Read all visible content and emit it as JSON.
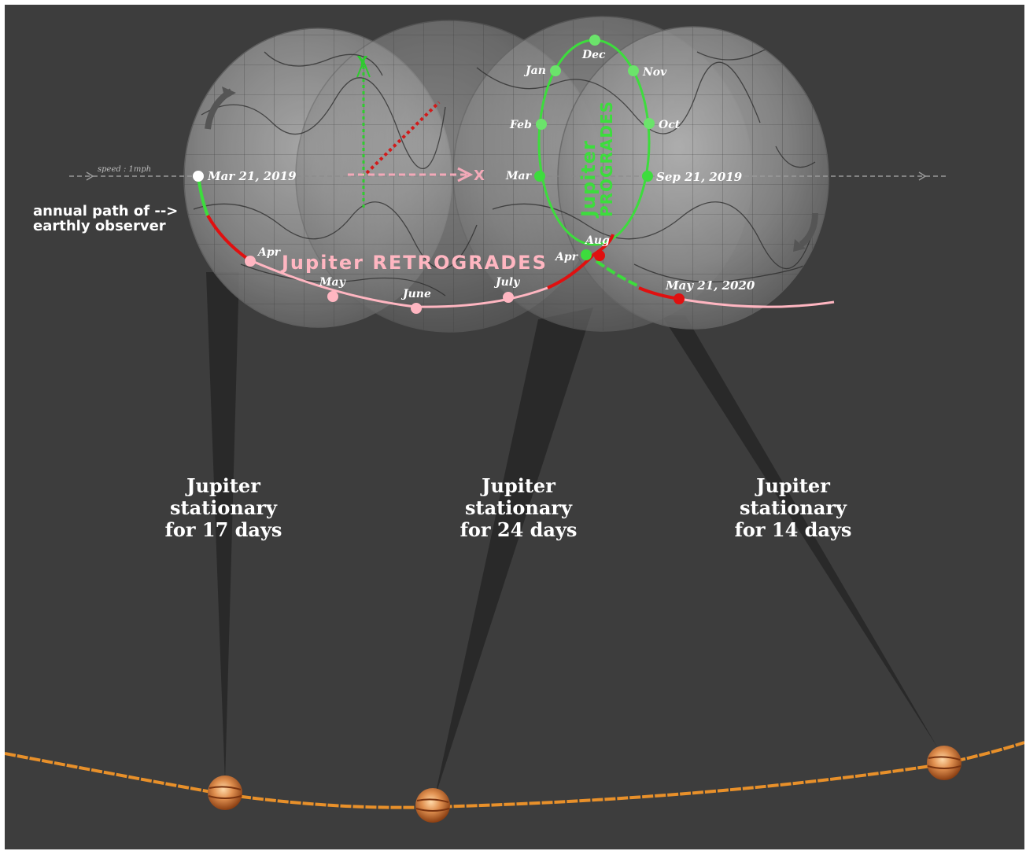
{
  "speed_label": "speed : 1mph",
  "observer_label": [
    "annual path of -->",
    "earthly observer"
  ],
  "axis_labels": {
    "y": "Y",
    "x": "X"
  },
  "dates": {
    "start": "Mar 21, 2019",
    "sep": "Sep 21, 2019",
    "end": "May 21, 2020"
  },
  "months": {
    "dec": "Dec",
    "jan": "Jan",
    "nov": "Nov",
    "feb": "Feb",
    "oct": "Oct",
    "mar": "Mar",
    "aug": "Aug",
    "apr_right": "Apr",
    "apr_left": "Apr",
    "may": "May",
    "june": "June",
    "july": "July"
  },
  "retrograde_label": "Jupiter RETROGRADES",
  "prograde_label": [
    "Jupiter",
    "PROGRADES"
  ],
  "stationary": [
    {
      "lines": [
        "Jupiter",
        "stationary",
        "for 17 days"
      ]
    },
    {
      "lines": [
        "Jupiter",
        "stationary",
        "for 24 days"
      ]
    },
    {
      "lines": [
        "Jupiter",
        "stationary",
        "for 14 days"
      ]
    }
  ],
  "colors": {
    "background": "#3d3d3d",
    "prograde": "#3ddc3d",
    "retrograde_light": "#ffb6c1",
    "retrograde_dark": "#e01010",
    "orbit": "#e8902a",
    "text": "#ffffff"
  }
}
